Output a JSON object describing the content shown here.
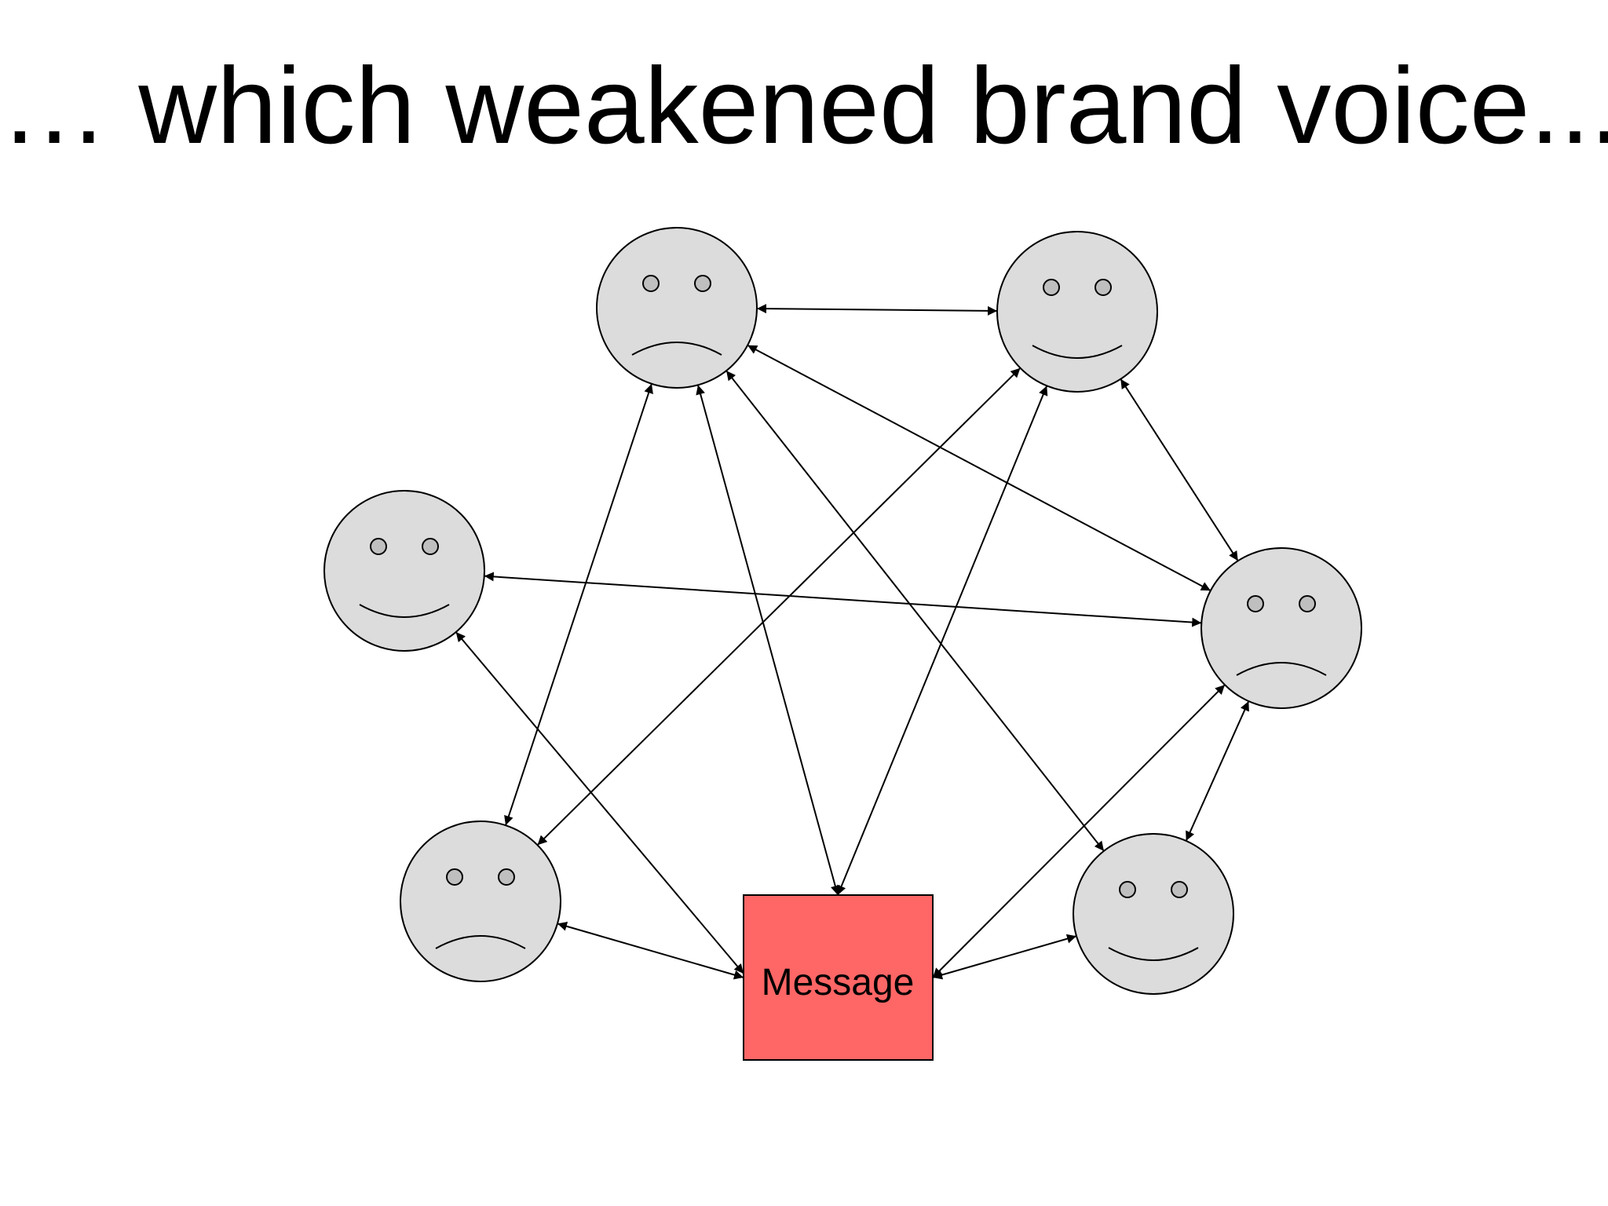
{
  "title": "… which weakened brand voice...",
  "message": {
    "label": "Message",
    "fill_color": "#ff6666"
  },
  "faces": [
    {
      "id": "top-left",
      "mood": "sad"
    },
    {
      "id": "top-right",
      "mood": "happy"
    },
    {
      "id": "left",
      "mood": "happy"
    },
    {
      "id": "right",
      "mood": "sad"
    },
    {
      "id": "bottom-left",
      "mood": "sad"
    },
    {
      "id": "bottom-right",
      "mood": "happy"
    }
  ],
  "connections": [
    [
      "top-left",
      "top-right"
    ],
    [
      "top-left",
      "right"
    ],
    [
      "top-left",
      "bottom-left"
    ],
    [
      "top-left",
      "message"
    ],
    [
      "top-left",
      "bottom-right"
    ],
    [
      "top-right",
      "right"
    ],
    [
      "top-right",
      "bottom-left"
    ],
    [
      "top-right",
      "message"
    ],
    [
      "left",
      "right"
    ],
    [
      "left",
      "message"
    ],
    [
      "right",
      "bottom-right"
    ],
    [
      "right",
      "message"
    ],
    [
      "bottom-left",
      "message"
    ],
    [
      "message",
      "bottom-right"
    ]
  ],
  "colors": {
    "face": "#dcdcdc",
    "eye": "#bfbfbf",
    "line": "#000000"
  }
}
